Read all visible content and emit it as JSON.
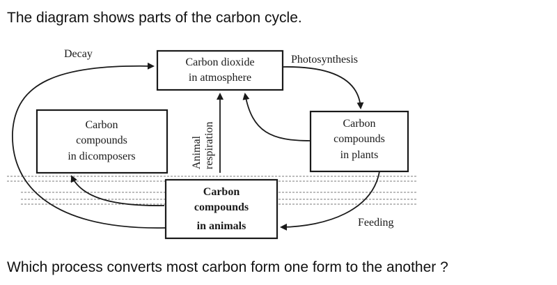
{
  "question": {
    "intro": "The diagram shows parts of the carbon cycle.",
    "prompt": "Which process converts most carbon form one form to the another ?"
  },
  "diagram": {
    "nodes": {
      "atmosphere": [
        "Carbon dioxide",
        "in atmosphere"
      ],
      "decomposers": [
        "Carbon",
        "compounds",
        "in dicomposers"
      ],
      "plants": [
        "Carbon",
        "compounds",
        "in plants"
      ],
      "animals": [
        "Carbon",
        "compounds",
        "in animals"
      ]
    },
    "labels": {
      "decay": "Decay",
      "photosynthesis": "Photosynthesis",
      "respiration_line1": "Animal",
      "respiration_line2": "respiration",
      "feeding": "Feeding"
    }
  }
}
